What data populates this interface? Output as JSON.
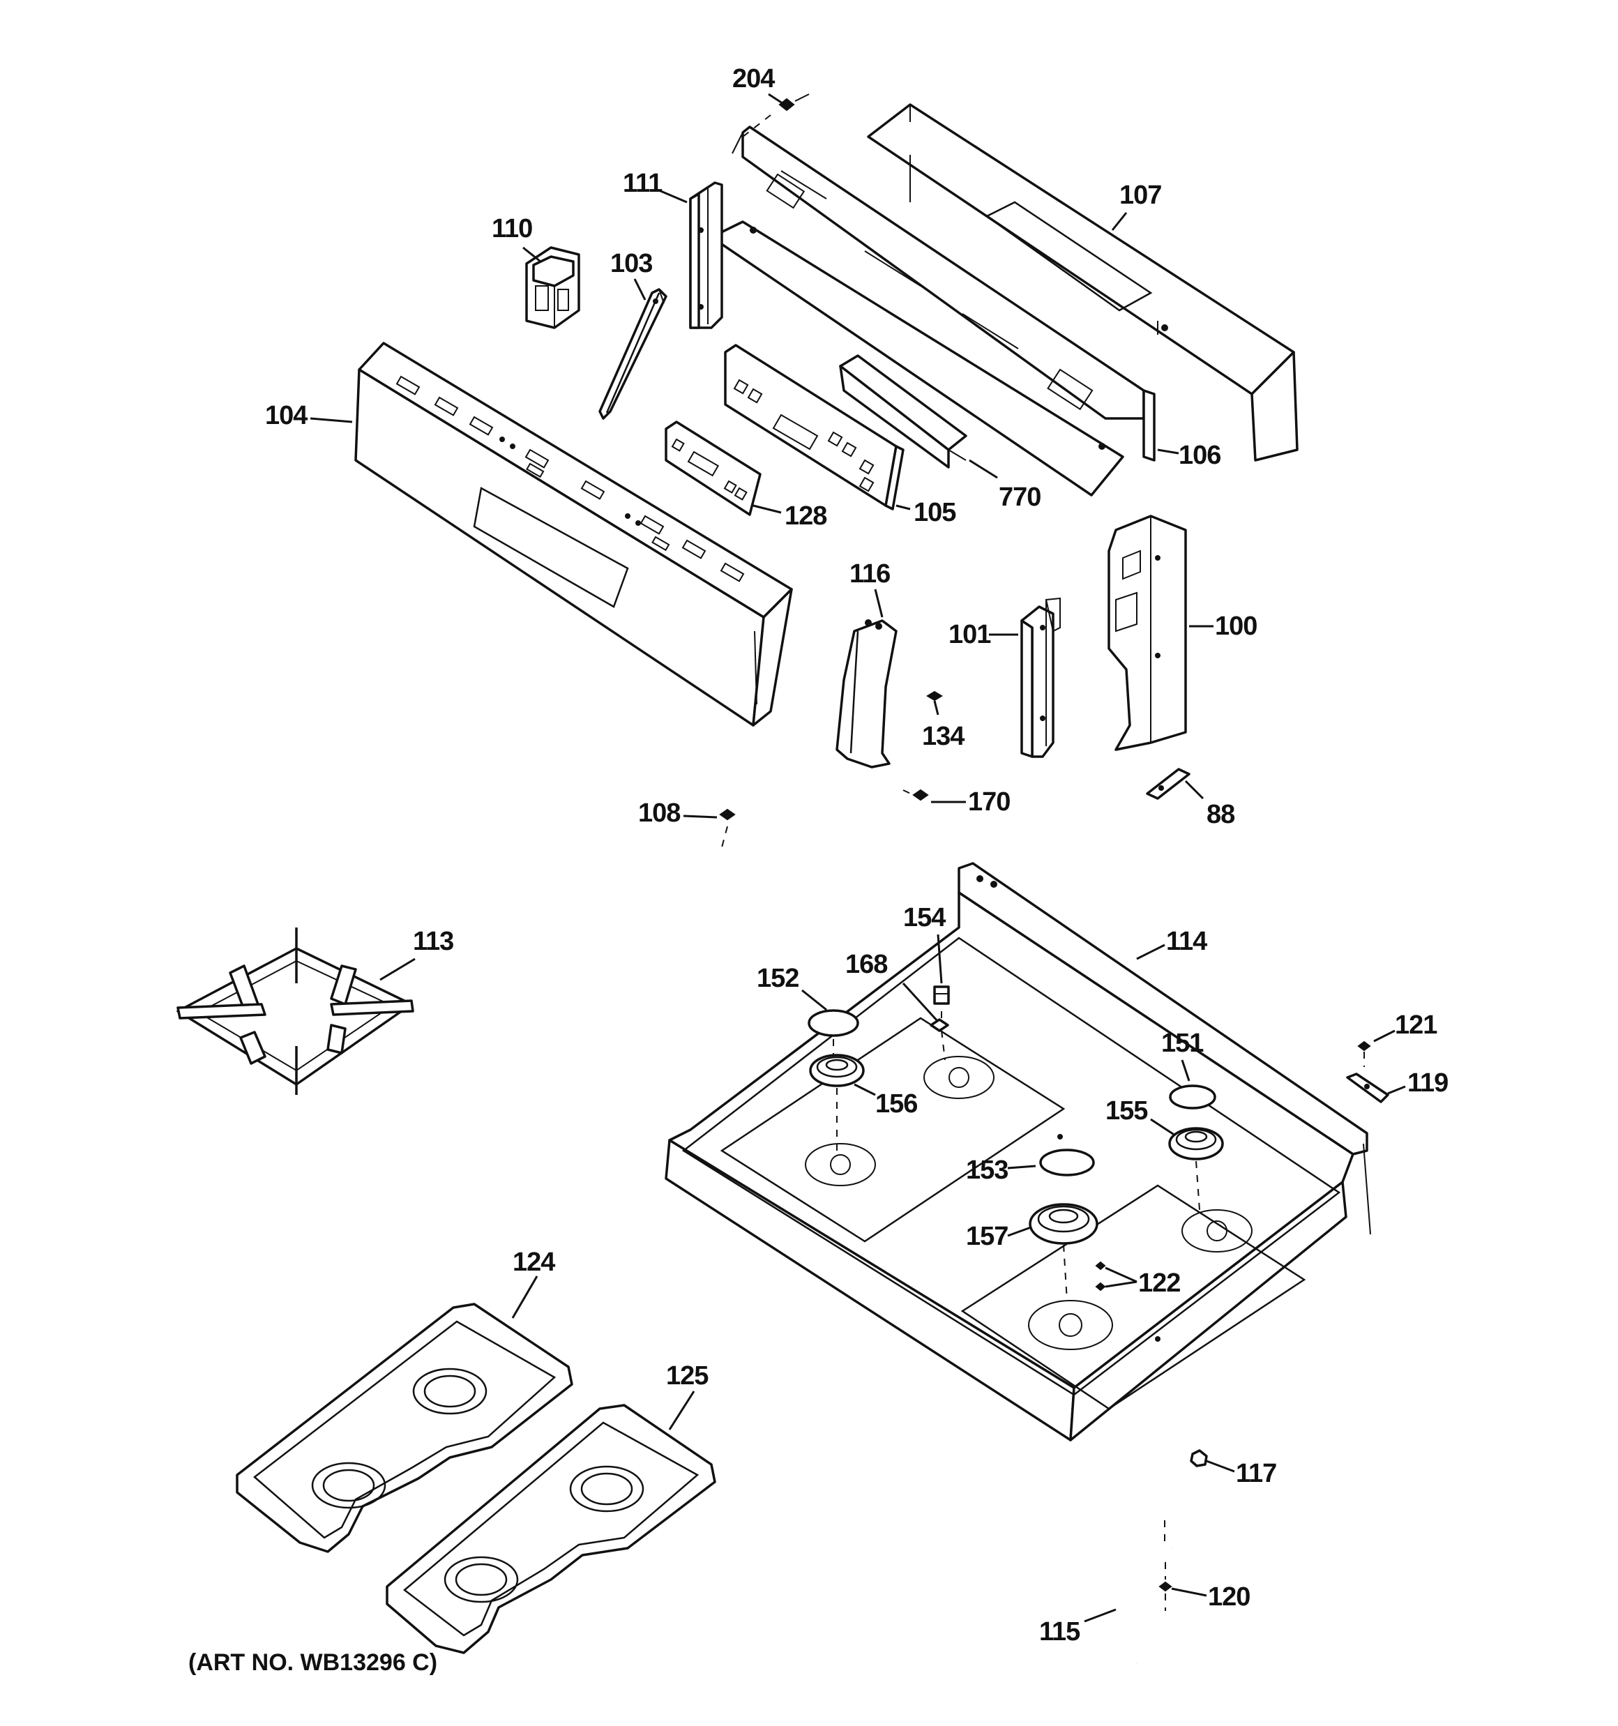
{
  "callouts": {
    "c204": "204",
    "c107": "107",
    "c111": "111",
    "c110": "110",
    "c103": "103",
    "c104": "104",
    "c106": "106",
    "c770": "770",
    "c128": "128",
    "c105": "105",
    "c116": "116",
    "c101": "101",
    "c100": "100",
    "c134": "134",
    "c170": "170",
    "c108": "108",
    "c88": "88",
    "c113": "113",
    "c154": "154",
    "c114": "114",
    "c168": "168",
    "c152": "152",
    "c151": "151",
    "c121": "121",
    "c119": "119",
    "c156": "156",
    "c155": "155",
    "c153": "153",
    "c157": "157",
    "c122": "122",
    "c124": "124",
    "c125": "125",
    "c117": "117",
    "c120": "120",
    "c115": "115"
  },
  "art_number": "(ART NO. WB13296 C)"
}
